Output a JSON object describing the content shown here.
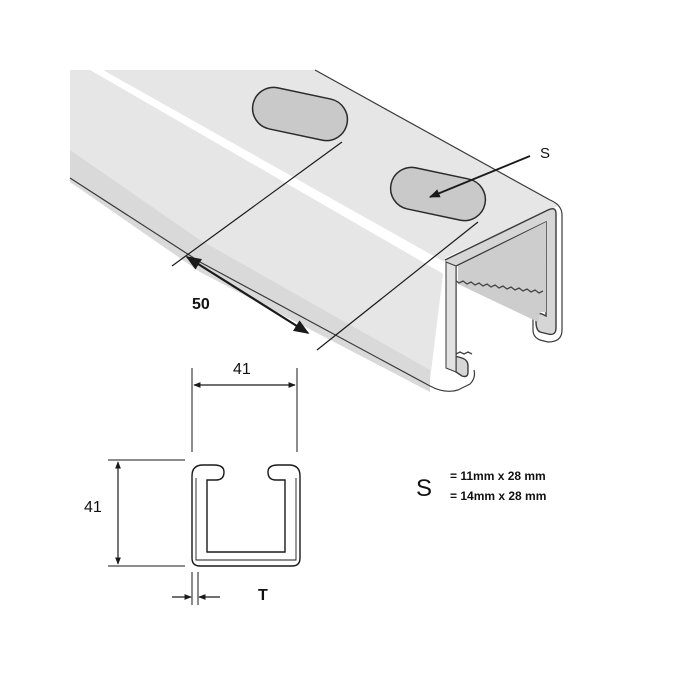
{
  "labels": {
    "slot_callout": "S",
    "slot_pitch": "50",
    "profile_width": "41",
    "profile_height": "41",
    "thickness": "T"
  },
  "legend": {
    "symbol": "S",
    "lines": [
      "= 11mm x 28 mm",
      "= 14mm x 28 mm"
    ]
  },
  "colors": {
    "channel_face": "#e4e4e4",
    "channel_side": "#d2d2d2",
    "channel_inner": "#cfcfcf",
    "slot_fill": "#c8c8c8",
    "line": "#1a1a1a",
    "text": "#111111"
  }
}
